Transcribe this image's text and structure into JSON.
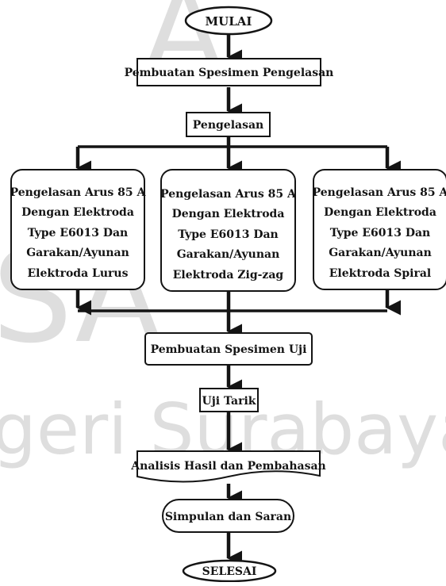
{
  "watermark": {
    "text_top": "A",
    "text_left": "SA",
    "text_bottom": "geri Surabaya",
    "color": "#dcdcdc"
  },
  "flow": {
    "start": "MULAI",
    "step1": "Pembuatan Spesimen Pengelasan",
    "step2": "Pengelasan",
    "branch1": [
      "Pengelasan Arus 85 A",
      "Dengan Elektroda",
      "Type E6013 Dan",
      "Garakan/Ayunan",
      "Elektroda Lurus"
    ],
    "branch2": [
      "Pengelasan Arus 85 A",
      "Dengan Elektroda",
      "Type E6013 Dan",
      "Garakan/Ayunan",
      "Elektroda Zig-zag"
    ],
    "branch3": [
      "Pengelasan Arus 85 A",
      "Dengan Elektroda",
      "Type E6013 Dan",
      "Garakan/Ayunan",
      "Elektroda Spiral"
    ],
    "step3": "Pembuatan Spesimen Uji",
    "step4": "Uji Tarik",
    "step5": "Analisis Hasil dan Pembahasan",
    "step6": "Simpulan dan Saran",
    "end": "SELESAI"
  },
  "colors": {
    "stroke": "#141414",
    "fill": "#ffffff",
    "text": "#141414"
  }
}
